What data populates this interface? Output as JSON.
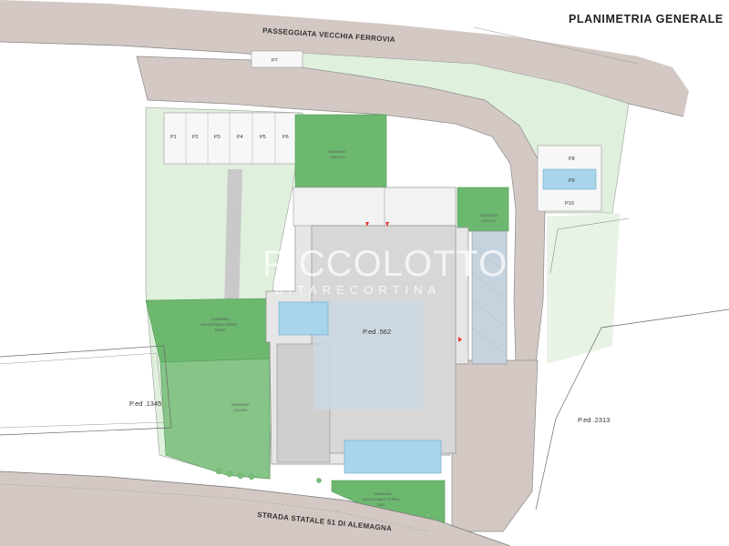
{
  "title": "PLANIMETRIA GENERALE",
  "streets": {
    "north": "PASSEGGIATA VECCHIA FERROVIA",
    "south": "STRADA STATALE 51 DI ALEMAGNA"
  },
  "parcels": {
    "main": "P.ed .562",
    "west": "P.ed .1345",
    "east": "P.ed .2313"
  },
  "parking_labels": [
    "P1",
    "P2",
    "P3",
    "P4",
    "P5",
    "P6",
    "P7",
    "P8",
    "P9",
    "P10"
  ],
  "gardens": {
    "unit_d": [
      "GIARDINO",
      "UNITÀ D"
    ],
    "unit_e": [
      "GIARDINO",
      "UNITÀ E"
    ],
    "ground_n": [
      "GIARDINO",
      "UNITÀ PIANO TERRA",
      "NORD"
    ],
    "villino": [
      "GIARDINO",
      "VILLINO"
    ],
    "ground_s": [
      "GIARDINO",
      "UNITÀ PIANO TERRA",
      "SUD"
    ]
  },
  "watermark": {
    "brand": "PICCOLOTTO",
    "place": "BITARECORTINA"
  },
  "colors": {
    "road": "#d3c8c3",
    "lawn": "#dff0dc",
    "garden": "#6cb86f",
    "building": "#d7d7d7",
    "pool": "#a8d4ec",
    "parking": "#f7f7f7",
    "accent": "#e53935"
  }
}
